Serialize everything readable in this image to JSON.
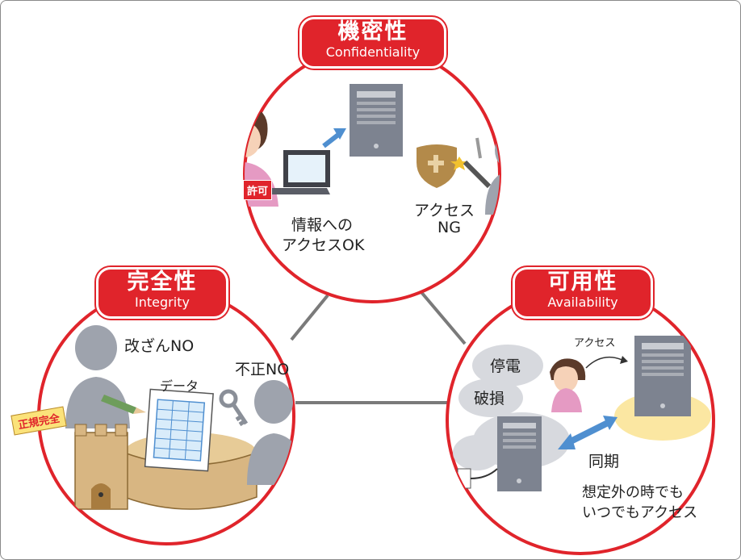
{
  "sections": {
    "confidentiality": {
      "title_jp": "機密性",
      "title_en": "Confidentiality",
      "permit_tag": "許可",
      "ok_line1": "情報への",
      "ok_line2": "アクセスOK",
      "ng_line1": "アクセス",
      "ng_line2": "NG"
    },
    "integrity": {
      "title_jp": "完全性",
      "title_en": "Integrity",
      "tamper_label": "改ざんNO",
      "illegal_label": "不正NO",
      "data_label": "データ",
      "banner": "正規完全"
    },
    "availability": {
      "title_jp": "可用性",
      "title_en": "Availability",
      "outage_label": "停電",
      "damage_label": "破損",
      "access_label": "アクセス",
      "sync_label": "同期",
      "desc_line1": "想定外の時でも",
      "desc_line2": "いつでもアクセス"
    }
  },
  "colors": {
    "accent_red": "#e0242b",
    "person_gray": "#9ea3ad",
    "server_gray": "#7d8390",
    "arrow_blue": "#4f8fd0",
    "skin": "#f6d2b8",
    "shirt_pink": "#e59ac3",
    "yellow_glow": "#fbe7a2",
    "wall_tan": "#d8b682"
  },
  "icons": [
    "server-icon",
    "laptop-icon",
    "shield-icon",
    "knife-icon",
    "person-icon",
    "key-icon",
    "pencil-icon",
    "castle-icon",
    "document-icon",
    "power-plug-icon"
  ]
}
